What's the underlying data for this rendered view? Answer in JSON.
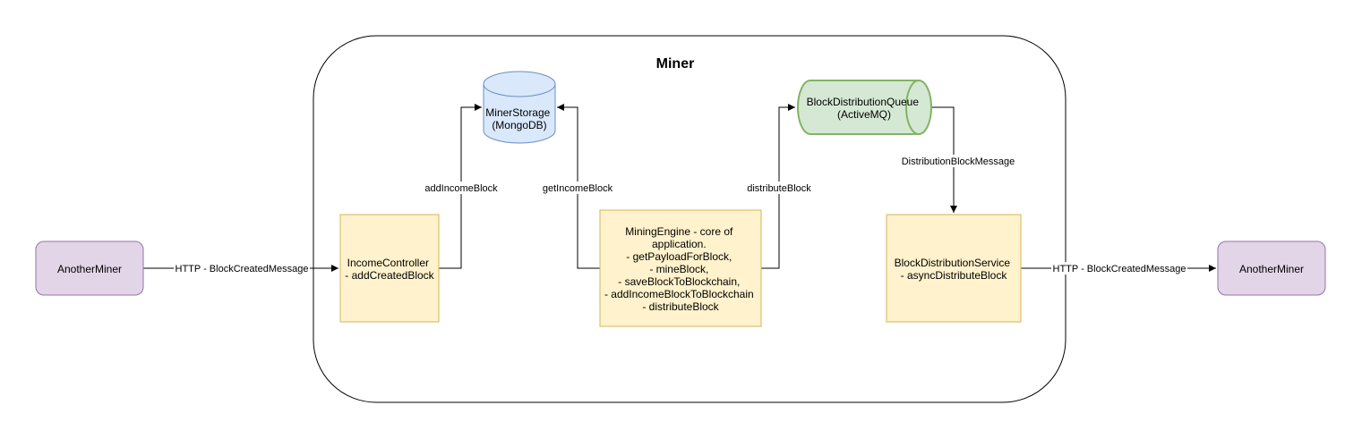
{
  "container": {
    "title": "Miner"
  },
  "nodes": {
    "another_miner_left": {
      "lines": [
        "AnotherMiner"
      ]
    },
    "income_controller": {
      "lines": [
        "IncomeController",
        "- addCreatedBlock"
      ]
    },
    "miner_storage": {
      "lines": [
        "MinerStorage",
        "(MongoDB)"
      ]
    },
    "mining_engine": {
      "lines": [
        "MiningEngine - core of",
        "application.",
        "- getPayloadForBlock,",
        "- mineBlock,",
        "- saveBlockToBlockchain,",
        "- addIncomeBlockToBlockchain",
        "- distributeBlock"
      ]
    },
    "block_distribution_queue": {
      "lines": [
        "BlockDistributionQueue",
        "(ActiveMQ)"
      ]
    },
    "block_distribution_service": {
      "lines": [
        "BlockDistributionService",
        "- asyncDistributeBlock"
      ]
    },
    "another_miner_right": {
      "lines": [
        "AnotherMiner"
      ]
    }
  },
  "edges": {
    "http_in": "HTTP - BlockCreatedMessage",
    "add_income_block": "addIncomeBlock",
    "get_income_block": "getIncomeBlock",
    "distribute_block": "distributeBlock",
    "distribution_block_message": "DistributionBlockMessage",
    "http_out": "HTTP - BlockCreatedMessage"
  },
  "colors": {
    "purple_fill": "#e1d5e7",
    "purple_stroke": "#9673a6",
    "yellow_fill": "#fff2cc",
    "yellow_stroke": "#d6b656",
    "blue_fill": "#dae8fc",
    "blue_stroke": "#6c8ebf",
    "green_fill": "#d5e8d4",
    "green_stroke": "#82b366"
  }
}
